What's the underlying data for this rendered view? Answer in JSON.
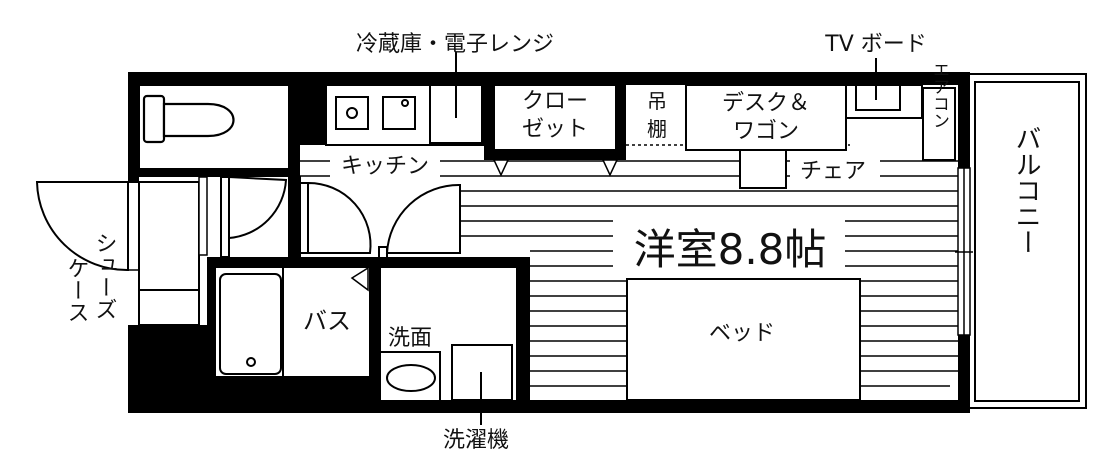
{
  "labels": {
    "fridge_microwave": "冷蔵庫・電子レンジ",
    "tv_board": "TV ボード",
    "closet_1": "クロー",
    "closet_2": "ゼット",
    "hanging_shelf_1": "吊",
    "hanging_shelf_2": "棚",
    "desk_wagon_1": "デスク＆",
    "desk_wagon_2": "ワゴン",
    "aircon": "エアコン",
    "kitchen": "キッチン",
    "chair": "チェア",
    "western_room": "洋室8.8帖",
    "balcony": "バルコニー",
    "shoe_case_1": "シューズ",
    "shoe_case_2": "ケース",
    "bath": "バス",
    "washroom": "洗面",
    "bed": "ベッド",
    "washing_machine": "洗濯機"
  }
}
